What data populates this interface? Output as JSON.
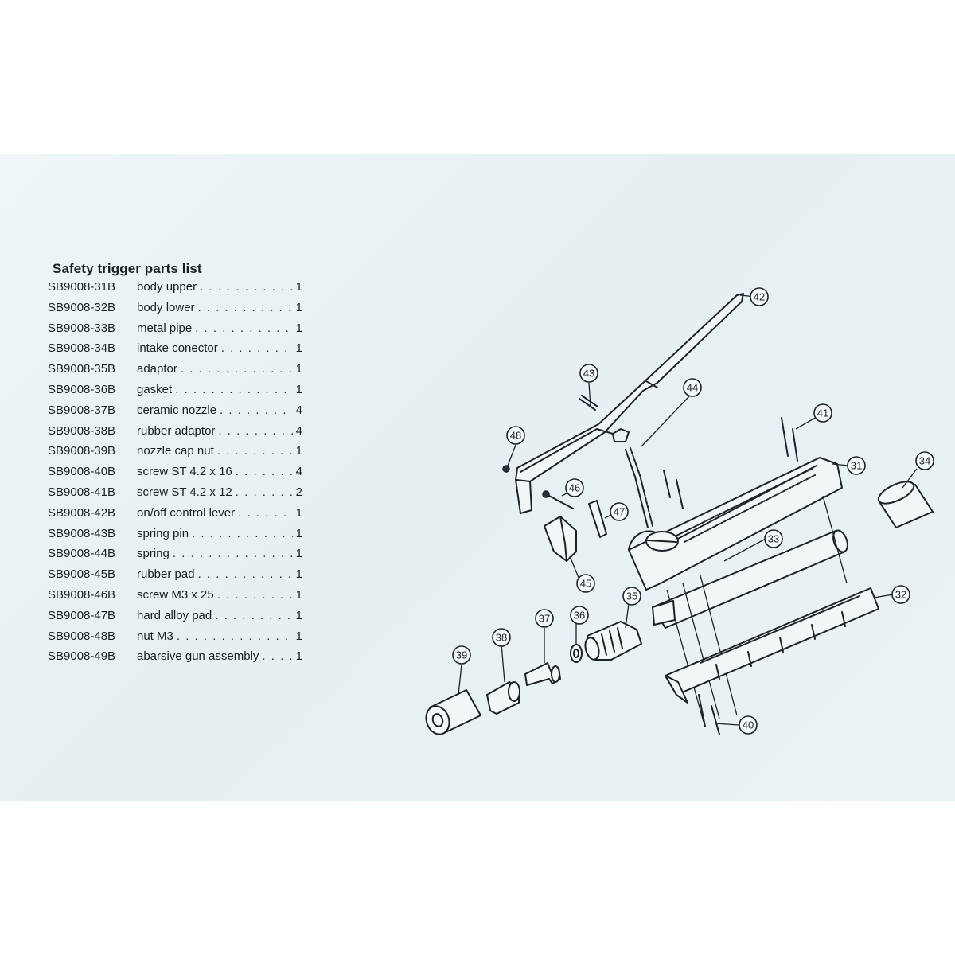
{
  "title": "Safety trigger parts list",
  "parts": [
    {
      "code": "SB9008-31B",
      "desc": "body upper",
      "qty": "1"
    },
    {
      "code": "SB9008-32B",
      "desc": "body lower",
      "qty": "1"
    },
    {
      "code": "SB9008-33B",
      "desc": "metal pipe",
      "qty": "1"
    },
    {
      "code": "SB9008-34B",
      "desc": "intake conector",
      "qty": "1"
    },
    {
      "code": "SB9008-35B",
      "desc": "adaptor",
      "qty": "1"
    },
    {
      "code": "SB9008-36B",
      "desc": "gasket",
      "qty": "1"
    },
    {
      "code": "SB9008-37B",
      "desc": "ceramic nozzle",
      "qty": "4"
    },
    {
      "code": "SB9008-38B",
      "desc": "rubber adaptor",
      "qty": "4"
    },
    {
      "code": "SB9008-39B",
      "desc": "nozzle cap nut",
      "qty": "1"
    },
    {
      "code": "SB9008-40B",
      "desc": "screw ST 4.2 x 16",
      "qty": "4"
    },
    {
      "code": "SB9008-41B",
      "desc": "screw ST 4.2 x 12",
      "qty": "2"
    },
    {
      "code": "SB9008-42B",
      "desc": "on/off control lever",
      "qty": "1"
    },
    {
      "code": "SB9008-43B",
      "desc": "spring pin",
      "qty": "1"
    },
    {
      "code": "SB9008-44B",
      "desc": "spring",
      "qty": "1"
    },
    {
      "code": "SB9008-45B",
      "desc": "rubber pad",
      "qty": "1"
    },
    {
      "code": "SB9008-46B",
      "desc": "screw M3 x  25",
      "qty": "1"
    },
    {
      "code": "SB9008-47B",
      "desc": "hard alloy pad",
      "qty": "1"
    },
    {
      "code": "SB9008-48B",
      "desc": "nut M3",
      "qty": "1"
    },
    {
      "code": "SB9008-49B",
      "desc": "abarsive gun assembly",
      "qty": "1"
    }
  ],
  "callouts": [
    "31",
    "32",
    "33",
    "34",
    "35",
    "36",
    "37",
    "38",
    "39",
    "40",
    "41",
    "42",
    "43",
    "44",
    "45",
    "46",
    "47",
    "48"
  ]
}
